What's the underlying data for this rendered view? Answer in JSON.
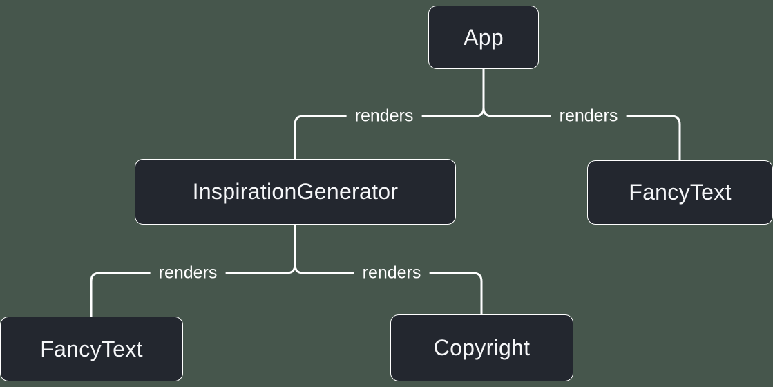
{
  "diagram": {
    "kind": "component-render-tree",
    "colors": {
      "background": "#46564c",
      "node_fill": "#23272f",
      "node_border": "#ffffff",
      "node_text": "#f6f7f9",
      "edge_line": "#ffffff",
      "edge_label_text": "#ffffff"
    },
    "nodes": {
      "app": {
        "label": "App"
      },
      "inspiration_generator": {
        "label": "InspirationGenerator"
      },
      "fancy_text_top": {
        "label": "FancyText"
      },
      "fancy_text_bottom": {
        "label": "FancyText"
      },
      "copyright": {
        "label": "Copyright"
      }
    },
    "edges": [
      {
        "from": "App",
        "to": "InspirationGenerator",
        "label": "renders"
      },
      {
        "from": "App",
        "to": "FancyText",
        "label": "renders"
      },
      {
        "from": "InspirationGenerator",
        "to": "FancyText",
        "label": "renders"
      },
      {
        "from": "InspirationGenerator",
        "to": "Copyright",
        "label": "renders"
      }
    ]
  }
}
